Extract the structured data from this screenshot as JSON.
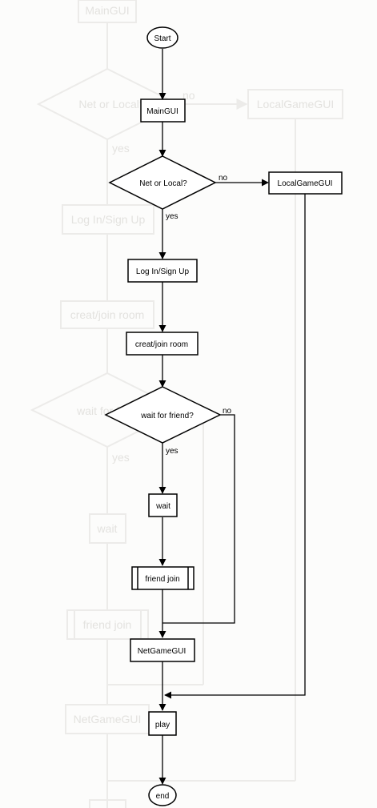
{
  "nodes": {
    "start": "Start",
    "main_gui": "MainGUI",
    "net_or_local": "Net or Local?",
    "local_game_gui": "LocalGameGUI",
    "login": "Log In/Sign Up",
    "creat_join_room": "creat/join room",
    "wait_for_friend": "wait for friend?",
    "wait": "wait",
    "friend_join": "friend join",
    "net_game_gui": "NetGameGUI",
    "play": "play",
    "end": "end"
  },
  "edge_labels": {
    "local_no": "no",
    "local_yes": "yes",
    "friend_no": "no",
    "friend_yes": "yes"
  },
  "ghost": {
    "main_gui": "MainGUI",
    "net_or_local": "Net or Local?",
    "no": "no",
    "local_game_gui": "LocalGameGUI",
    "yes": "yes",
    "login": "Log In/Sign Up",
    "creat_join_room": "creat/join room",
    "wait_for_friend": "wait for friend?",
    "yes2": "yes",
    "wait": "wait",
    "friend_join": "friend join",
    "net_game_gui": "NetGameGUI"
  }
}
